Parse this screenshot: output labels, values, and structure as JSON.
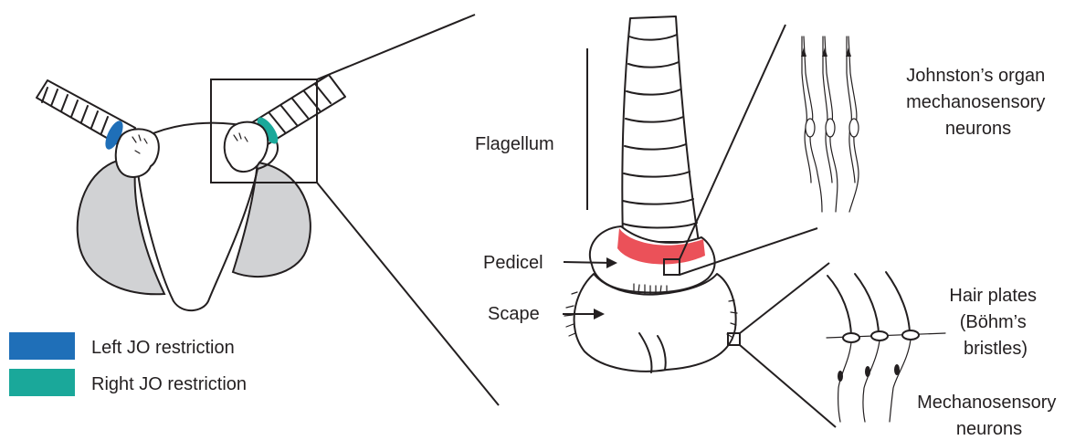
{
  "legend": {
    "items": [
      {
        "label": "Left JO restriction",
        "color": "#1f6fb8"
      },
      {
        "label": "Right JO restriction",
        "color": "#1aa89a"
      }
    ]
  },
  "labels": {
    "flagellum": "Flagellum",
    "pedicel": "Pedicel",
    "scape": "Scape",
    "johnstons_organ": [
      "Johnston’s organ",
      "mechanosensory",
      "neurons"
    ],
    "hair_plates": [
      "Hair plates",
      "(Böhm’s",
      "bristles)"
    ],
    "mechanosensory_neurons": [
      "Mechanosensory",
      "neurons"
    ]
  },
  "colors": {
    "ink": "#231f20",
    "eye_fill": "#d1d2d4",
    "pedicel_highlight": "#e8333c"
  }
}
